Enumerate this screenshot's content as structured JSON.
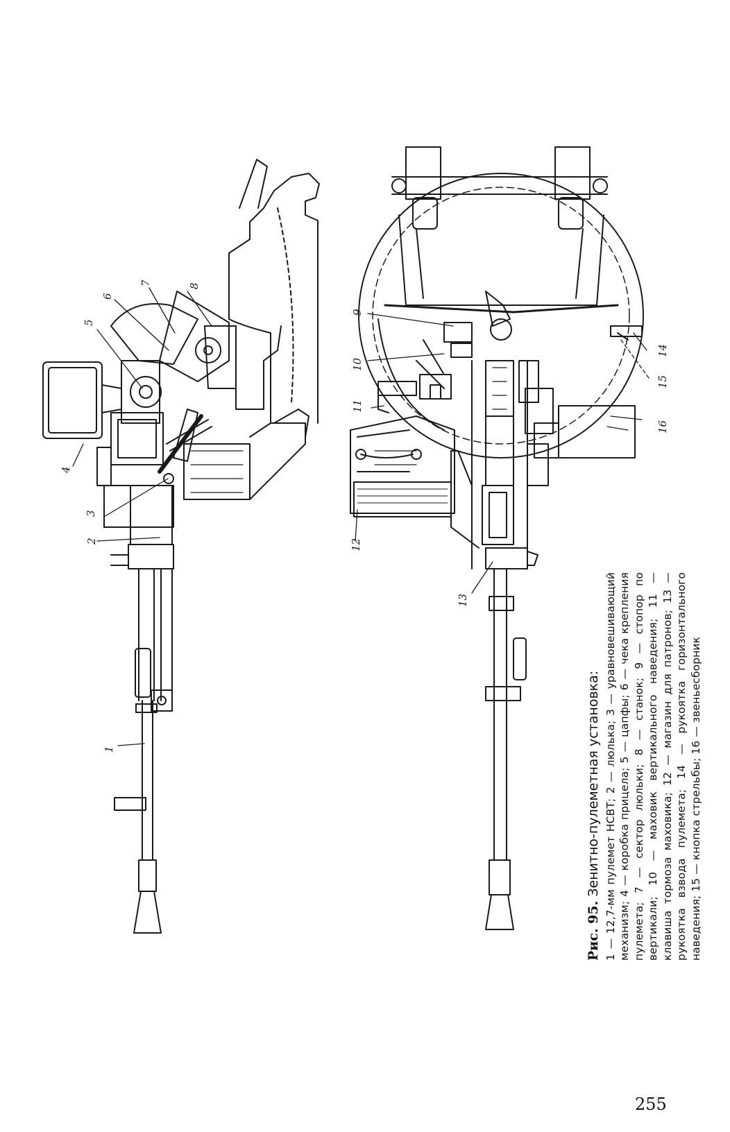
{
  "figure": {
    "label": "Рис. 95.",
    "title": "Зенитно-пулеметная установка:",
    "legend": "1 — 12,7-мм пулемет НСВТ; 2 — люлька; 3 — уравновешивающий механизм; 4 — коробка прицела; 5 — цапфы; 6 — чека крепления пулемета; 7 — сектор люльки; 8 — станок; 9 — стопор по вертикали; 10 — маховик вертикального наведения; 11 — клавиша тормоза маховика; 12 — магазин для патронов; 13 — рукоятка взвода пулемета; 14 — рукоятка горизонтального наведения; 15 — кнопка стрельбы; 16 — звеньесборник",
    "callouts": [
      "1",
      "2",
      "3",
      "4",
      "5",
      "6",
      "7",
      "8",
      "9",
      "10",
      "11",
      "12",
      "13",
      "14",
      "15",
      "16"
    ]
  },
  "page": {
    "number": "255"
  }
}
